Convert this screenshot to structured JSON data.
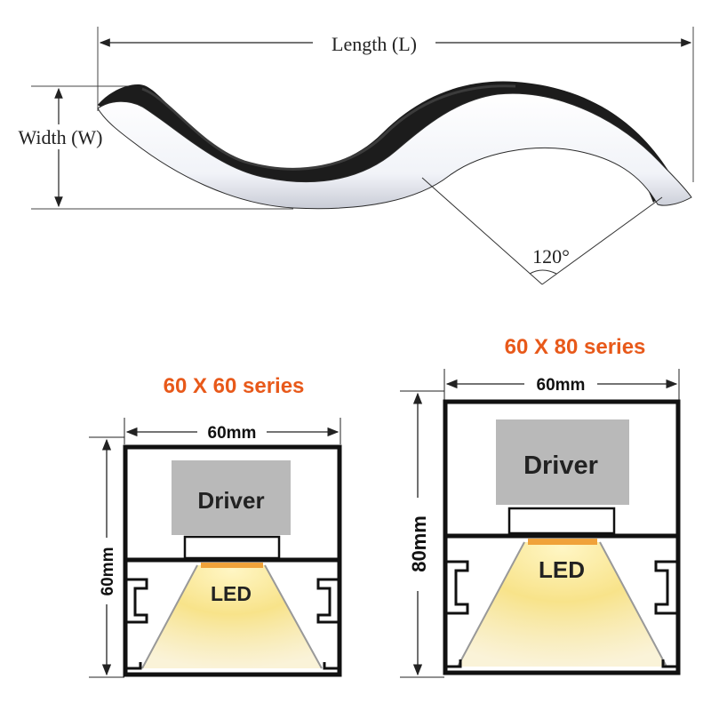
{
  "top_diagram": {
    "length_label": "Length (L)",
    "width_label": "Width (W)",
    "angle_label": "120°"
  },
  "profile_60x60": {
    "series_title": "60 X 60 series",
    "width_label": "60mm",
    "height_label": "60mm",
    "driver_label": "Driver",
    "led_label": "LED"
  },
  "profile_60x80": {
    "series_title": "60 X 80 series",
    "width_label": "60mm",
    "height_label": "80mm",
    "driver_label": "Driver",
    "led_label": "LED"
  },
  "colors": {
    "series_title": "#e8591a",
    "led_light": "#f7e27a",
    "led_chip": "#f0a23a",
    "driver_box": "#b9b9b9",
    "profile_frame": "#111111"
  }
}
